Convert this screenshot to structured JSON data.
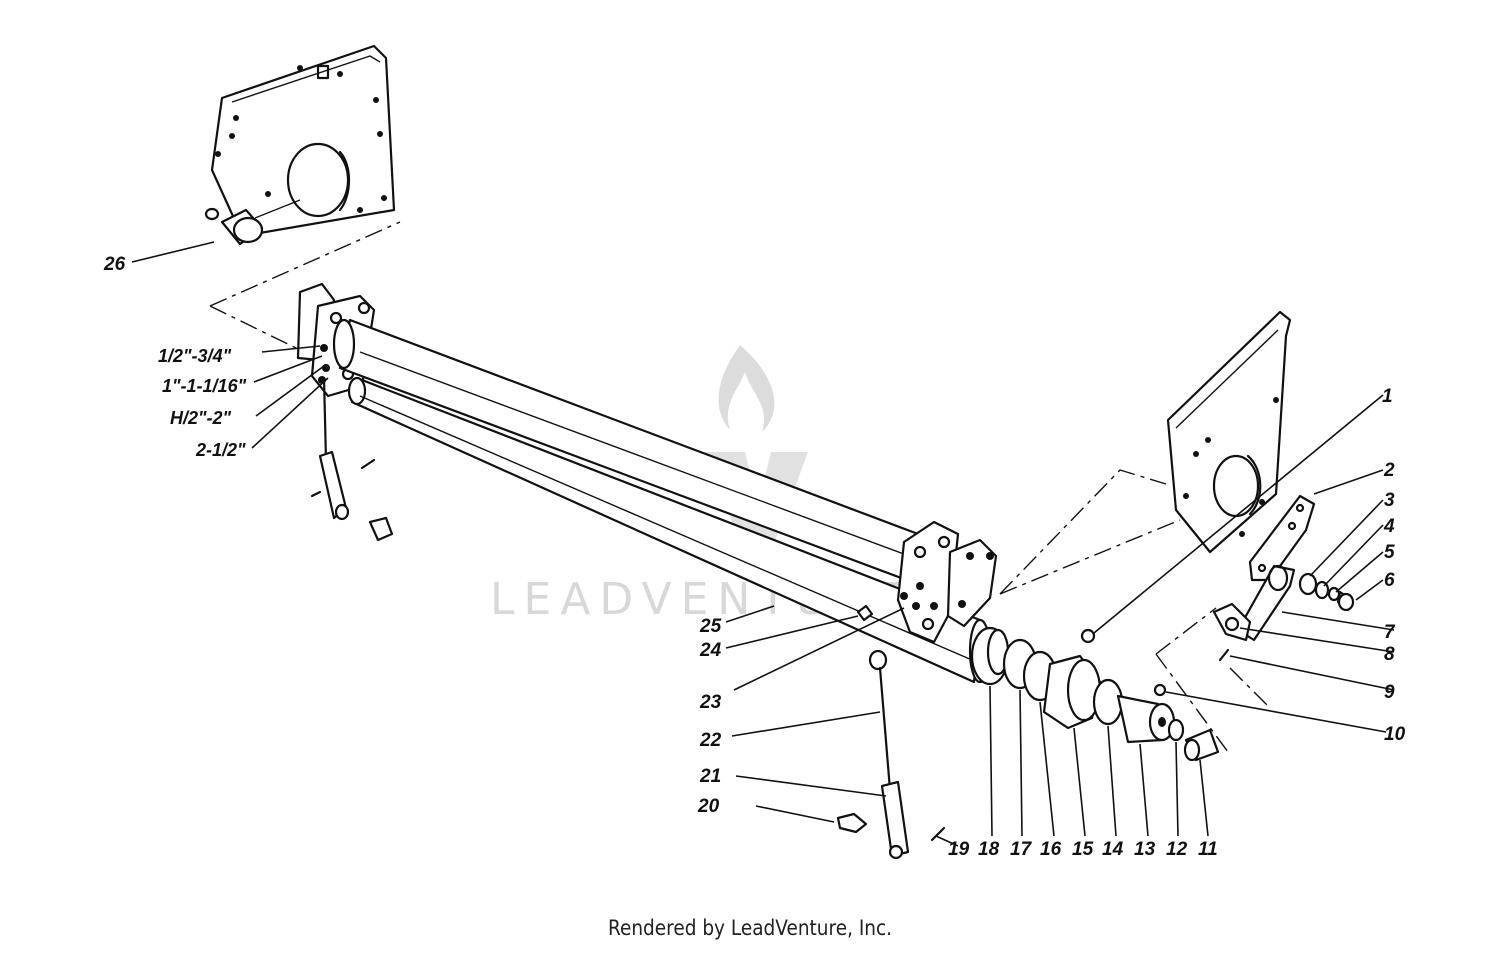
{
  "watermark": {
    "text": "LEADVENTURE"
  },
  "footer": {
    "text": "Rendered by LeadVenture, Inc."
  },
  "labels": {
    "p1": "1",
    "p2": "2",
    "p3": "3",
    "p4": "4",
    "p5": "5",
    "p6": "6",
    "p7": "7",
    "p8": "8",
    "p9": "9",
    "p10": "10",
    "p11": "11",
    "p12": "12",
    "p13": "13",
    "p14": "14",
    "p15": "15",
    "p16": "16",
    "p17": "17",
    "p18": "18",
    "p19": "19",
    "p20": "20",
    "p21": "21",
    "p22": "22",
    "p23": "23",
    "p24": "24",
    "p25": "25",
    "p26": "26"
  },
  "sizes": {
    "s1": "1/2\"-3/4\"",
    "s2": "1\"-1-1/16\"",
    "s3": "H/2\"-2\"",
    "s4": "2-1/2\""
  },
  "colors": {
    "ink": "#111111",
    "watermark": "#d8d8d8",
    "background": "#ffffff"
  }
}
